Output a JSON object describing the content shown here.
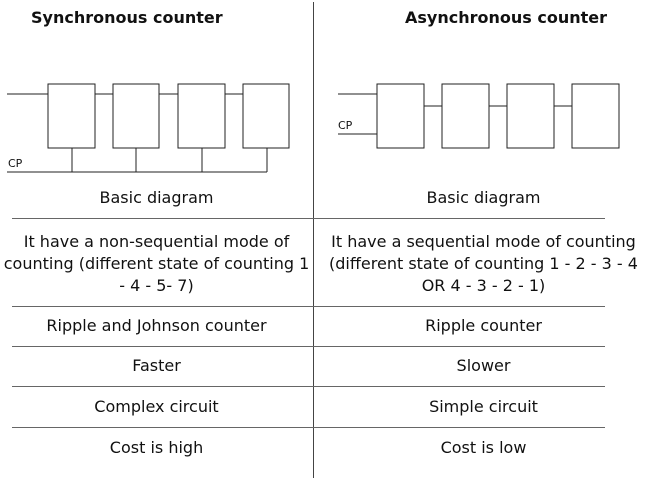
{
  "columns": {
    "left_title": "Synchronous counter",
    "right_title": "Asynchronous counter"
  },
  "diagrams": {
    "left_cp_label": "CP",
    "right_cp_label": "CP"
  },
  "rows": [
    {
      "left": "Basic diagram",
      "right": "Basic diagram"
    },
    {
      "left": "It have a non-sequential mode of counting (different state of counting 1 - 4 - 5- 7)",
      "right": "It have a sequential mode of counting (different state of counting 1 - 2 - 3 - 4 OR 4 - 3 - 2 - 1)"
    },
    {
      "left": "Ripple and Johnson counter",
      "right": "Ripple counter"
    },
    {
      "left": "Faster",
      "right": "Slower"
    },
    {
      "left": "Complex circuit",
      "right": "Simple circuit"
    },
    {
      "left": "Cost is high",
      "right": "Cost is low"
    }
  ]
}
